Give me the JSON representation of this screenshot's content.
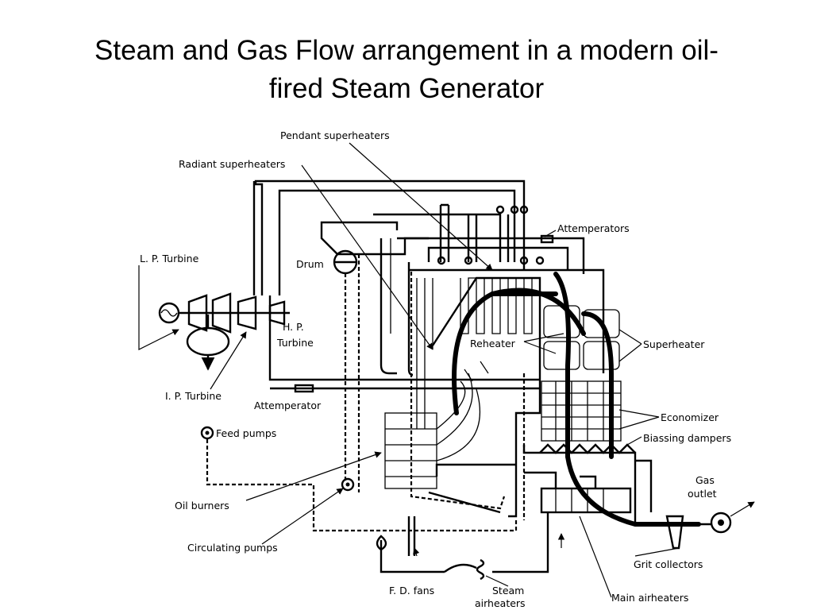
{
  "title": {
    "line1": "Steam and Gas Flow arrangement in a modern oil-",
    "line2": "fired Steam Generator"
  },
  "labels": {
    "pendant_superheaters": "Pendant superheaters",
    "radiant_superheaters": "Radiant superheaters",
    "attemperators": "Attemperators",
    "lp_turbine": "L. P. Turbine",
    "drum": "Drum",
    "hp_turbine_1": "H. P.",
    "hp_turbine_2": "Turbine",
    "reheater": "Reheater",
    "superheater": "Superheater",
    "ip_turbine": "I. P. Turbine",
    "attemperator": "Attemperator",
    "economizer": "Economizer",
    "feed_pumps": "Feed pumps",
    "biassing_dampers": "Biassing dampers",
    "gas_outlet_1": "Gas",
    "gas_outlet_2": "outlet",
    "oil_burners": "Oil burners",
    "circulating_pumps": "Circulating pumps",
    "grit_collectors": "Grit collectors",
    "fd_fans": "F. D. fans",
    "steam_airheaters_1": "Steam",
    "steam_airheaters_2": "airheaters",
    "main_airheaters": "Main airheaters"
  },
  "icons": {
    "generator": "generator-icon",
    "condenser": "condenser-icon",
    "feed_pump": "feed-pump-icon",
    "circulating_pump": "circulating-pump-icon",
    "fd_fan": "fd-fan-icon",
    "grit_collector": "grit-collector-icon"
  },
  "colors": {
    "background": "#ffffff",
    "ink": "#000000"
  }
}
